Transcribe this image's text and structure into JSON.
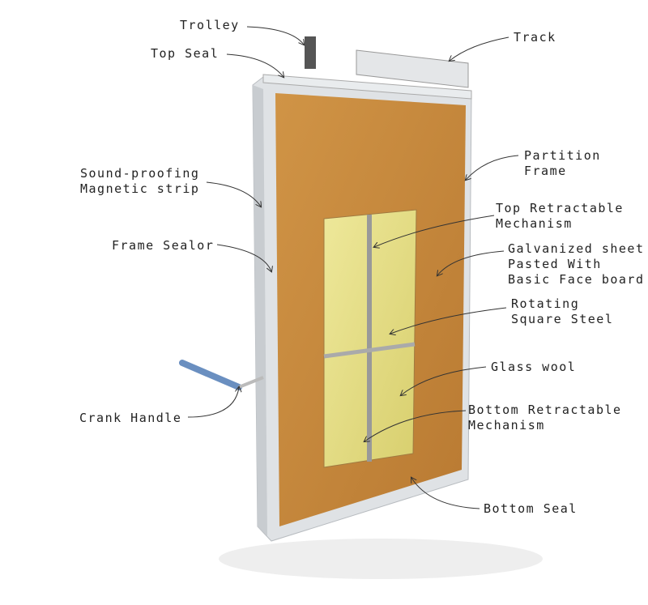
{
  "labels": {
    "trolley": "Trolley",
    "top_seal": "Top Seal",
    "track": "Track",
    "partition_frame_1": "Partition",
    "partition_frame_2": "Frame",
    "sound_1": "Sound-proofing",
    "sound_2": "Magnetic strip",
    "top_retract_1": "Top Retractable",
    "top_retract_2": "Mechanism",
    "frame_sealor": "Frame Sealor",
    "galv_1": "Galvanized sheet",
    "galv_2": "Pasted With",
    "galv_3": "Basic Face board",
    "rot_1": "Rotating",
    "rot_2": "Square Steel",
    "glass_wool": "Glass wool",
    "crank": "Crank Handle",
    "bottom_retract_1": "Bottom Retractable",
    "bottom_retract_2": "Mechanism",
    "bottom_seal": "Bottom Seal"
  },
  "colors": {
    "wood": "#c98a3c",
    "frame": "#d8dcdf",
    "glass_wool": "#e6e08a"
  }
}
